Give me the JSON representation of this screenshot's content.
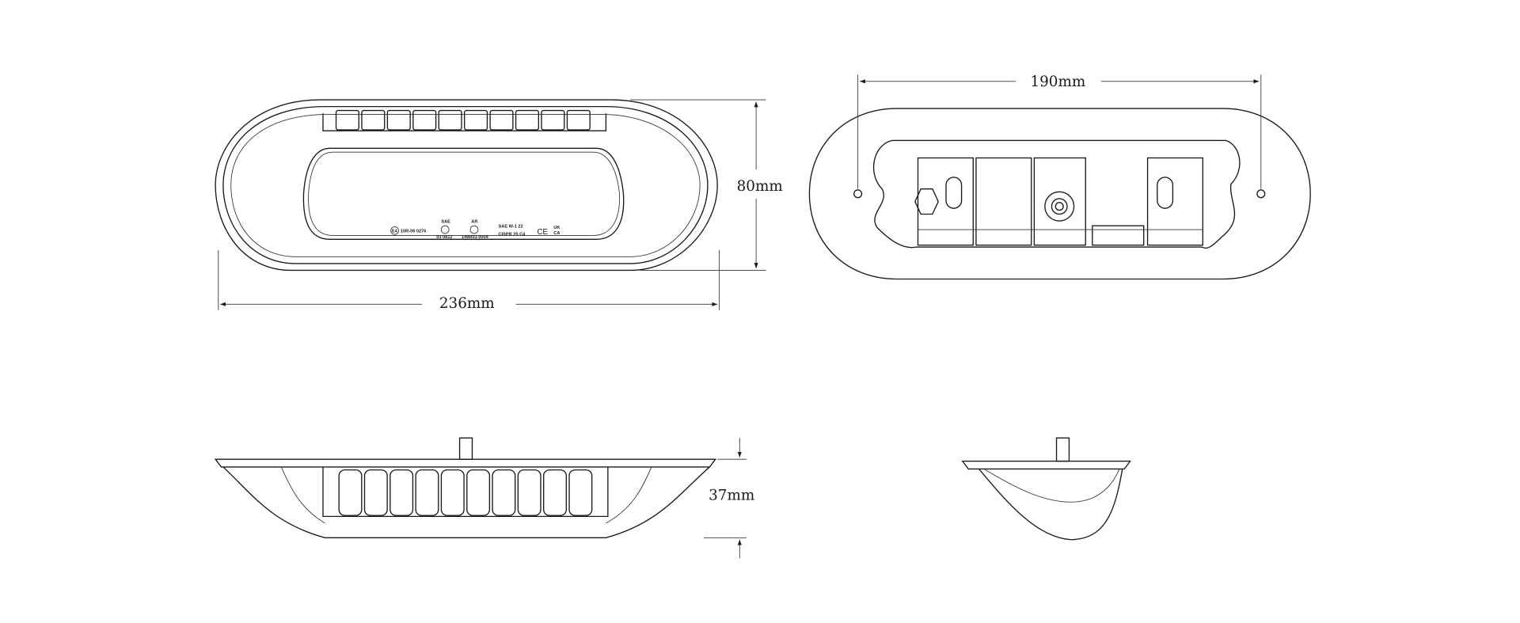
{
  "dimensions": {
    "front_width": "236mm",
    "front_height": "80mm",
    "rear_hole_spacing": "190mm",
    "side_depth": "37mm"
  },
  "approval_marks": {
    "e_mark_1": "10R-06 0276",
    "e_mark_2": "03 0812",
    "e_mark_2_top": "SAE",
    "e_mark_3": "149R03 0004",
    "e_mark_3_top": "AR",
    "e_symbol": "E4",
    "sae": "SAE W-1 22",
    "cispr": "CISPR 25 C4",
    "ce": "CE",
    "ukca_top": "UK",
    "ukca_bottom": "CA"
  },
  "fin_count": 10
}
